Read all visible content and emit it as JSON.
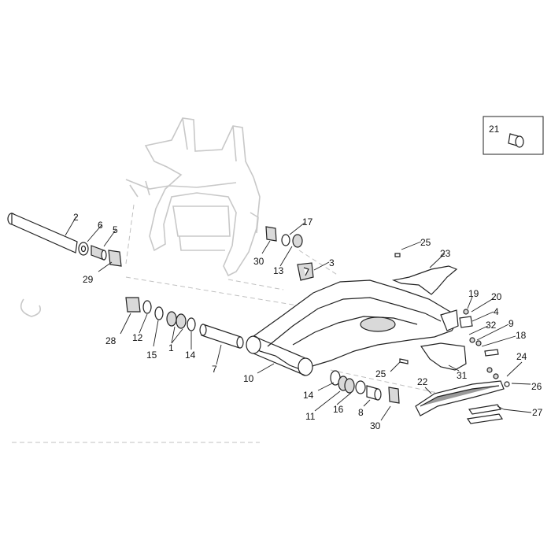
{
  "diagram": {
    "callouts": [
      {
        "id": "2",
        "label": "2"
      },
      {
        "id": "6",
        "label": "6"
      },
      {
        "id": "5",
        "label": "5"
      },
      {
        "id": "29",
        "label": "29"
      },
      {
        "id": "17",
        "label": "17"
      },
      {
        "id": "30a",
        "label": "30"
      },
      {
        "id": "13",
        "label": "13"
      },
      {
        "id": "3",
        "label": "3"
      },
      {
        "id": "25a",
        "label": "25"
      },
      {
        "id": "23",
        "label": "23"
      },
      {
        "id": "19",
        "label": "19"
      },
      {
        "id": "20",
        "label": "20"
      },
      {
        "id": "4",
        "label": "4"
      },
      {
        "id": "32",
        "label": "32"
      },
      {
        "id": "9",
        "label": "9"
      },
      {
        "id": "18",
        "label": "18"
      },
      {
        "id": "28",
        "label": "28"
      },
      {
        "id": "12",
        "label": "12"
      },
      {
        "id": "15",
        "label": "15"
      },
      {
        "id": "1",
        "label": "1"
      },
      {
        "id": "14a",
        "label": "14"
      },
      {
        "id": "7",
        "label": "7"
      },
      {
        "id": "10",
        "label": "10"
      },
      {
        "id": "25b",
        "label": "25"
      },
      {
        "id": "31",
        "label": "31"
      },
      {
        "id": "24",
        "label": "24"
      },
      {
        "id": "26",
        "label": "26"
      },
      {
        "id": "22",
        "label": "22"
      },
      {
        "id": "14b",
        "label": "14"
      },
      {
        "id": "11",
        "label": "11"
      },
      {
        "id": "16",
        "label": "16"
      },
      {
        "id": "8",
        "label": "8"
      },
      {
        "id": "30b",
        "label": "30"
      },
      {
        "id": "27",
        "label": "27"
      }
    ],
    "inset": {
      "label": "21"
    }
  }
}
